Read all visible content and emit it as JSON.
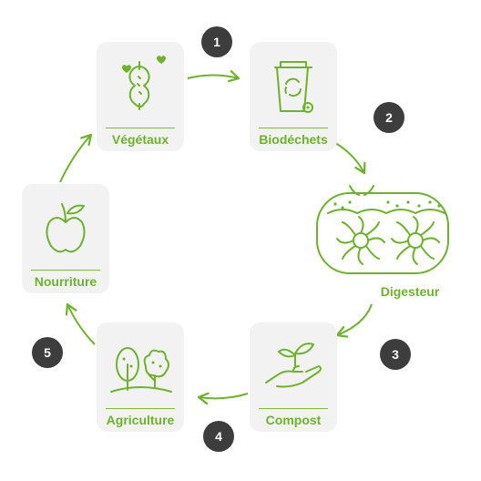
{
  "cycle": {
    "steps": [
      {
        "label": "Végétaux",
        "icon": "apple-core-icon"
      },
      {
        "label": "Biodéchets",
        "icon": "compost-bin-icon"
      },
      {
        "label": "Digesteur",
        "icon": "digester-tank-icon"
      },
      {
        "label": "Compost",
        "icon": "hand-sprout-icon"
      },
      {
        "label": "Agriculture",
        "icon": "trees-icon"
      },
      {
        "label": "Nourriture",
        "icon": "apple-icon"
      }
    ],
    "badges": [
      "1",
      "2",
      "3",
      "4",
      "5"
    ],
    "colors": {
      "accent": "#6db32a",
      "card": "#f2f2f2",
      "badge": "#3d3d3d"
    }
  }
}
